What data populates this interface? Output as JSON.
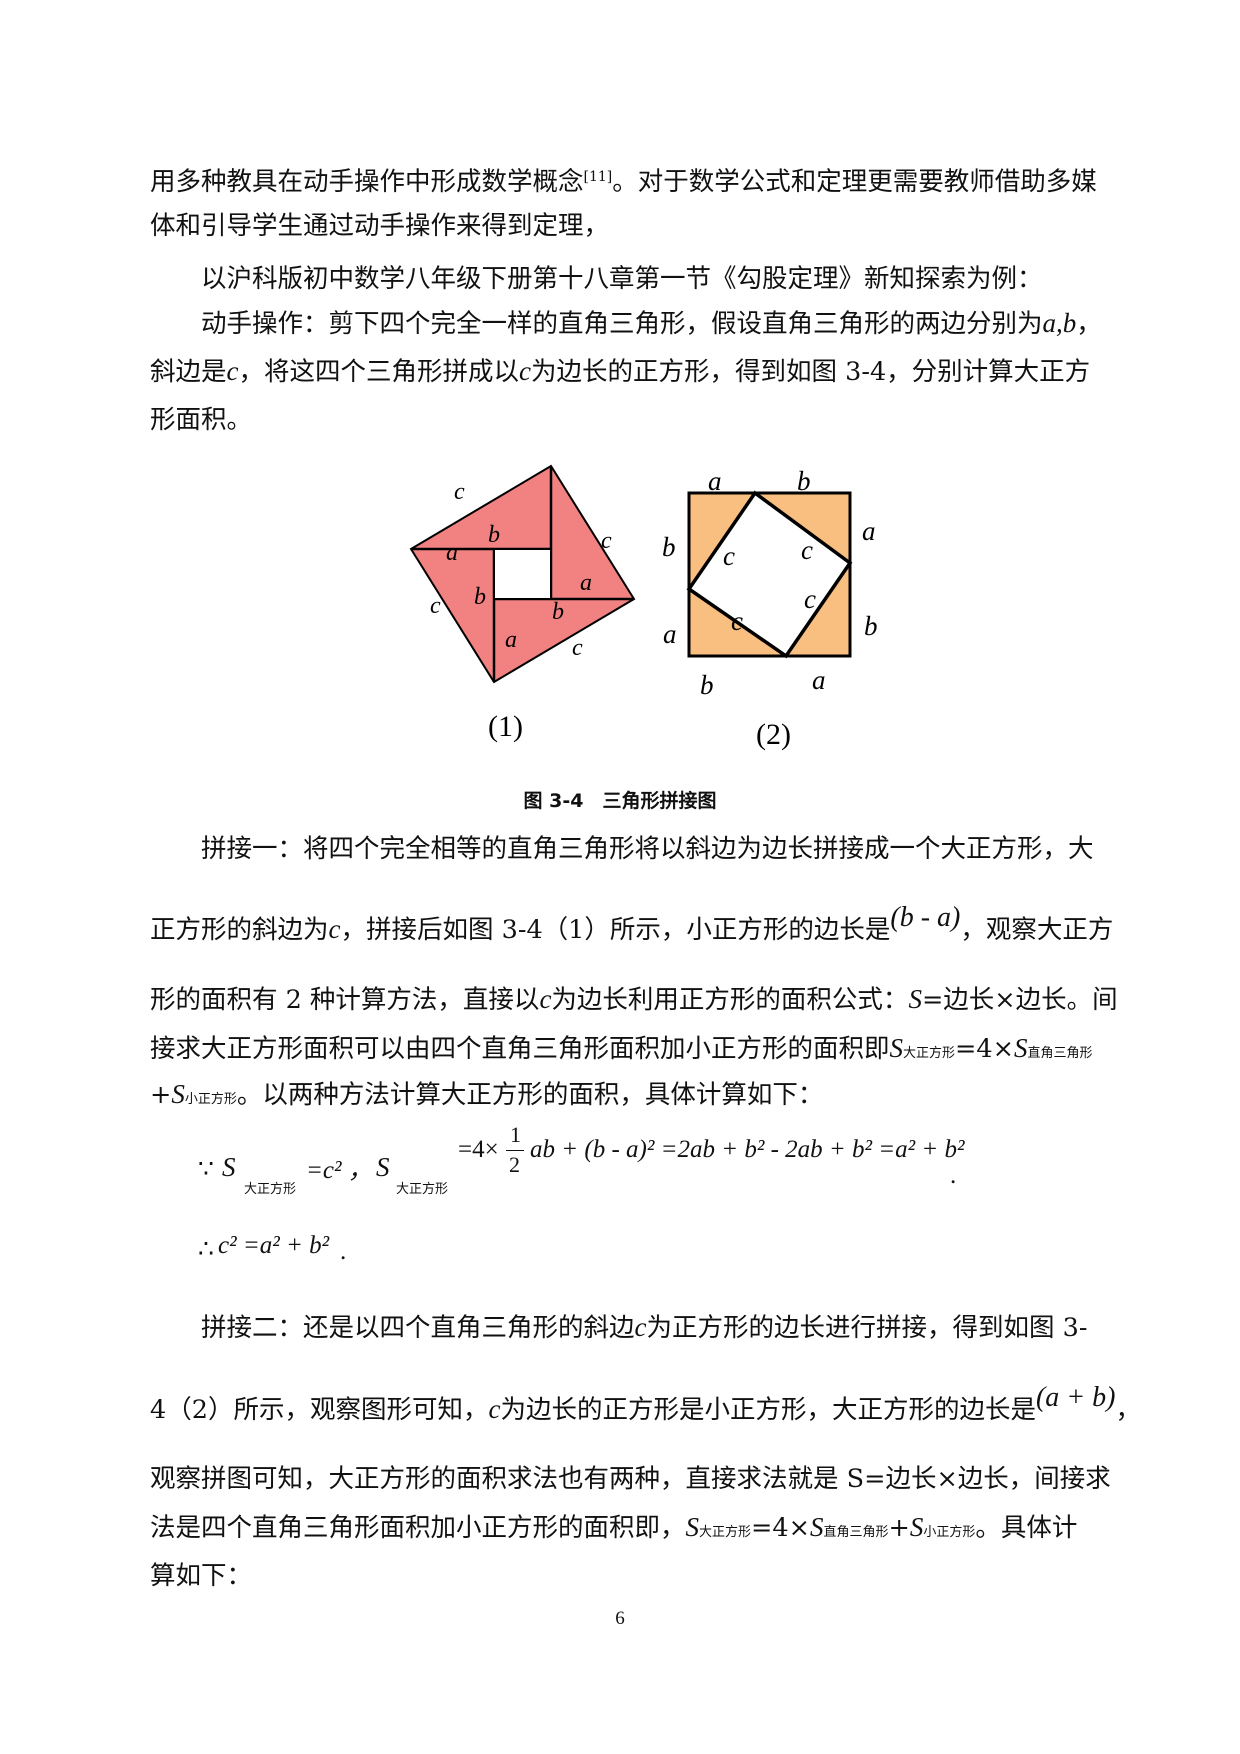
{
  "p1": {
    "l1": "用多种教具在动手操作中形成数学概念",
    "ref": "[11]",
    "l1b": "。对于数学公式和定理更需要教师借助多媒",
    "l2": "体和引导学生通过动手操作来得到定理，",
    "l3": "以沪科版初中数学八年级下册第十八章第一节《勾股定理》新知探索为例：",
    "l4a": "动手操作：剪下四个完全一样的直角三角形，假设直角三角形的两边分别为",
    "l4b": "a,b",
    "l4c": "，",
    "l5a": "斜边是",
    "l5b": "c",
    "l5c": "，将这四个三角形拼成以",
    "l5d": "c",
    "l5e": "为边长的正方形，得到如图 3-4，分别计算大正方",
    "l6": "形面积。"
  },
  "figure": {
    "label1": "(1)",
    "label2": "(2)",
    "f1_labels": [
      "c",
      "b",
      "a",
      "c",
      "a",
      "c",
      "b",
      "b",
      "a",
      "c"
    ],
    "f2_labels": [
      "a",
      "b",
      "b",
      "c",
      "c",
      "a",
      "a",
      "c",
      "c",
      "b",
      "b",
      "a"
    ],
    "colors": {
      "fig1_fill": "#f28282",
      "fig2_fill": "#f9bf80",
      "stroke": "#000000"
    }
  },
  "caption": "图 3-4　三角形拼接图",
  "p2": {
    "l1": "拼接一：将四个完全相等的直角三角形将以斜边为边长拼接成一个大正方形，大",
    "l2a": "正方形的斜边为",
    "l2b": "c",
    "l2c": "，拼接后如图 3-4（1）所示，小正方形的边长是",
    "l2m": "(b - a)",
    "l2d": "，观察大正方",
    "l3a": "形的面积有 2 种计算方法，直接以",
    "l3b": "c",
    "l3c": "为边长利用正方形的面积公式：",
    "l3d": "S",
    "l3e": "=边长×边长。间",
    "l4a": "接求大正方形面积可以由四个直角三角形面积加小正方形的面积即",
    "l4b": "S",
    "l4c": "大正方形",
    "l4d": "=4×",
    "l4e": "S",
    "l4f": "直角三角形",
    "l5a": "+",
    "l5b": "S",
    "l5c": "小正方形",
    "l5d": "。以两种方法计算大正方形的面积，具体计算如下："
  },
  "formula": {
    "because": "∵",
    "s": "S",
    "sub_big": "大正方形",
    "eq1": "=c² ，",
    "eq2a": "=4×",
    "frac_num": "1",
    "frac_den": "2",
    "eq2b": "ab + (b - a)² =2ab + b² - 2ab + b² =a² + b²",
    "period": ".",
    "therefore": "∴",
    "concl": "c² =a² + b²",
    "period2": "."
  },
  "p3": {
    "l1a": "拼接二：还是以四个直角三角形的斜边",
    "l1b": "c",
    "l1c": "为正方形的边长进行拼接，得到如图 3-",
    "l2a": "4（2）所示，观察图形可知，",
    "l2b": "c",
    "l2c": "为边长的正方形是小正方形，大正方形的边长是",
    "l2m": "(a + b)",
    "l2d": "，",
    "l3": "观察拼图可知，大正方形的面积求法也有两种，直接求法就是 S=边长×边长，间接求",
    "l4a": "法是四个直角三角形面积加小正方形的面积即，",
    "l4b": "S",
    "l4c": "大正方形",
    "l4d": "=4×",
    "l4e": "S",
    "l4f": "直角三角形",
    "l4g": "+",
    "l4h": "S",
    "l4i": "小正方形",
    "l4j": "。具体计",
    "l5": "算如下："
  },
  "page_number": "6"
}
